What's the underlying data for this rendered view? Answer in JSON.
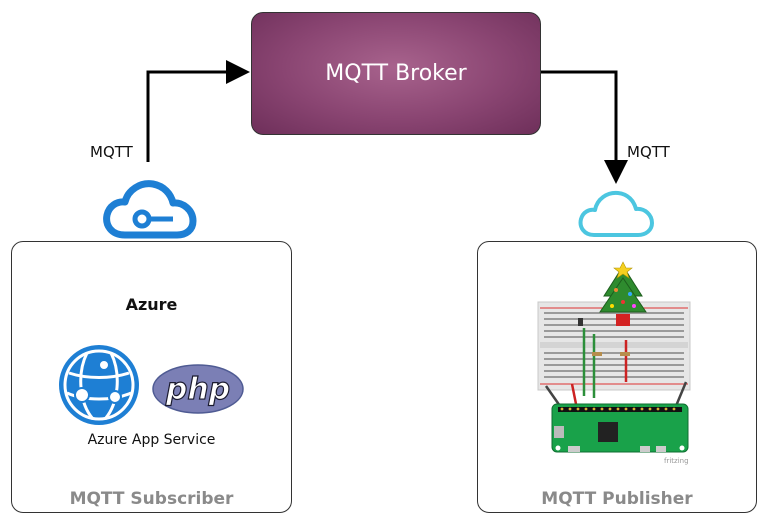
{
  "broker": {
    "label": "MQTT Broker"
  },
  "links": {
    "left_protocol": "MQTT",
    "right_protocol": "MQTT"
  },
  "subscriber": {
    "title": "Azure",
    "service_label": "Azure App Service",
    "logo_text": "php",
    "footer": "MQTT Subscriber"
  },
  "publisher": {
    "footer": "MQTT Publisher",
    "watermark": "fritzing"
  },
  "icons": {
    "left_cloud": "azure-iot-cloud-icon",
    "right_cloud": "cloud-outline-icon",
    "app_service": "azure-app-service-icon",
    "php": "php-logo-icon",
    "hardware": "raspberry-pi-breadboard-illustration"
  },
  "colors": {
    "broker": "#8a4572",
    "azure_blue": "#1e7fd4",
    "cloud_cyan": "#4cc6e0",
    "php_purple": "#7b7fb5"
  }
}
